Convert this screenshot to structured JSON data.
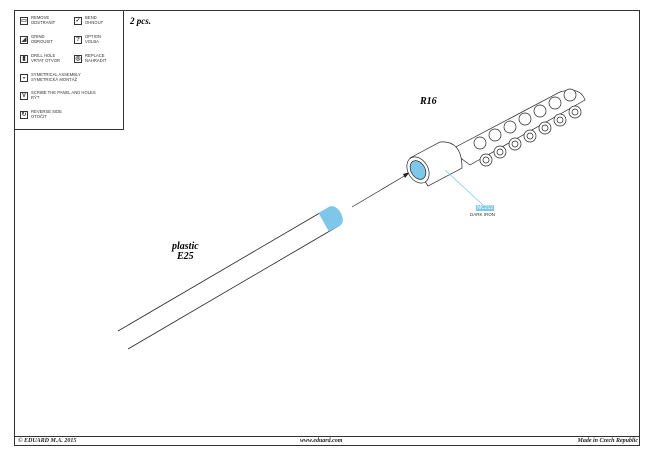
{
  "sheet": {
    "quantity": "2 pcs."
  },
  "legend": [
    {
      "icon": "remove-icon",
      "glyph": "▭",
      "label": "REMOVE\nODSTRANIT"
    },
    {
      "icon": "bend-icon",
      "glyph": "✓",
      "label": "BEND\nOHNOUT"
    },
    {
      "icon": "grind-icon",
      "glyph": "◢",
      "label": "GRIND\nOBROUSIT"
    },
    {
      "icon": "option-icon",
      "glyph": "?",
      "label": "OPTION\nVOLBA"
    },
    {
      "icon": "drill-hole-icon",
      "glyph": "▮",
      "label": "DRILL HOLE\nVRTAT OTVOR"
    },
    {
      "icon": "replace-icon",
      "glyph": "◎",
      "label": "REPLACE\nNAHRADIT"
    },
    {
      "icon": "symmetrical-assembly-icon",
      "glyph": "◒",
      "label": "SYMETRICAL ASSEMBLY\nSYMETRICKÁ MONTÁŽ"
    },
    {
      "icon": "scribe-icon",
      "glyph": "V",
      "label": "SCRIBE THE PANEL AND HOLES\nRÝT"
    },
    {
      "icon": "reverse-side-icon",
      "glyph": "↻",
      "label": "REVERSE SIDE\nOTOČIT"
    }
  ],
  "parts": {
    "pe_part": "R16",
    "plastic_label": "plastic",
    "plastic_part": "E25"
  },
  "paint": {
    "code": "MC212",
    "name": "DARK IRON",
    "color": "#7fc7ea"
  },
  "footer": {
    "copyright": "© EDUARD  M.A. 2015",
    "website": "www.eduard.com",
    "origin": "Made in Czech Republic"
  }
}
